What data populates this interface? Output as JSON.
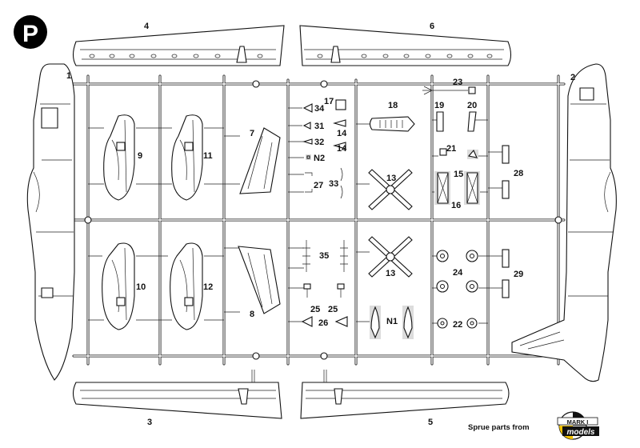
{
  "sheet": {
    "letter": "P"
  },
  "labels": {
    "p1": "1",
    "p2": "2",
    "p3": "3",
    "p4": "4",
    "p5": "5",
    "p6": "6",
    "p7": "7",
    "p8": "8",
    "p9": "9",
    "p10": "10",
    "p11": "11",
    "p12": "12",
    "p13a": "13",
    "p13b": "13",
    "p14a": "14",
    "p14b": "14",
    "p15": "15",
    "p16": "16",
    "p17": "17",
    "p18": "18",
    "p19": "19",
    "p20": "20",
    "p21": "21",
    "p22": "22",
    "p23": "23",
    "p24": "24",
    "p25a": "25",
    "p25b": "25",
    "p26": "26",
    "p27": "27",
    "p28": "28",
    "p29": "29",
    "p31": "31",
    "p32": "32",
    "p33": "33",
    "p34": "34",
    "p35": "35",
    "n1": "N1",
    "n2": "N2"
  },
  "footer": {
    "credit": "Sprue parts from",
    "logo_top": "MARK I",
    "logo_bottom": "models"
  }
}
